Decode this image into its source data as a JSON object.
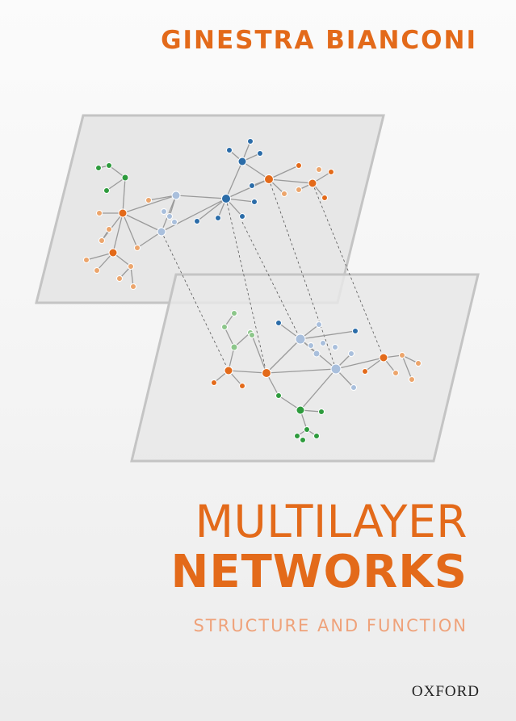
{
  "cover": {
    "author": "GINESTRA BIANCONI",
    "title_line1": "MULTILAYER",
    "title_line2": "NETWORKS",
    "subtitle": "STRUCTURE AND FUNCTION",
    "publisher": "OXFORD"
  },
  "colors": {
    "accent": "#e36a1a",
    "subtitle": "#efa27a",
    "node_orange": "#e36a1a",
    "node_light_orange": "#eca56c",
    "node_blue": "#2b6ca8",
    "node_light_blue": "#a9bfdc",
    "node_green": "#2e9b3d",
    "node_light_green": "#8cc68a",
    "layer_fill": "#e6e6e6"
  }
}
